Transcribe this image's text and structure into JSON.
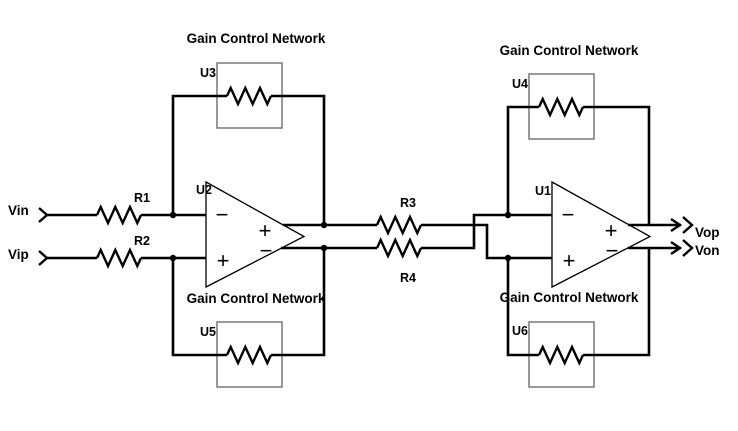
{
  "colors": {
    "background": "#ffffff",
    "wire": "#000000",
    "symbol": "#000000",
    "box_outline": "#6e6e6e",
    "text": "#000000"
  },
  "labels": {
    "gain_control_network": "Gain Control Network"
  },
  "ports": {
    "vin": "Vin",
    "vip": "Vip",
    "vop": "Vop",
    "von": "Von"
  },
  "opamps": {
    "u2": "U2",
    "u1": "U1"
  },
  "gain_networks": {
    "u3": "U3",
    "u4": "U4",
    "u5": "U5",
    "u6": "U6"
  },
  "resistors": {
    "r1": "R1",
    "r2": "R2",
    "r3": "R3",
    "r4": "R4"
  },
  "signs": {
    "plus": "+",
    "minus": "−"
  }
}
